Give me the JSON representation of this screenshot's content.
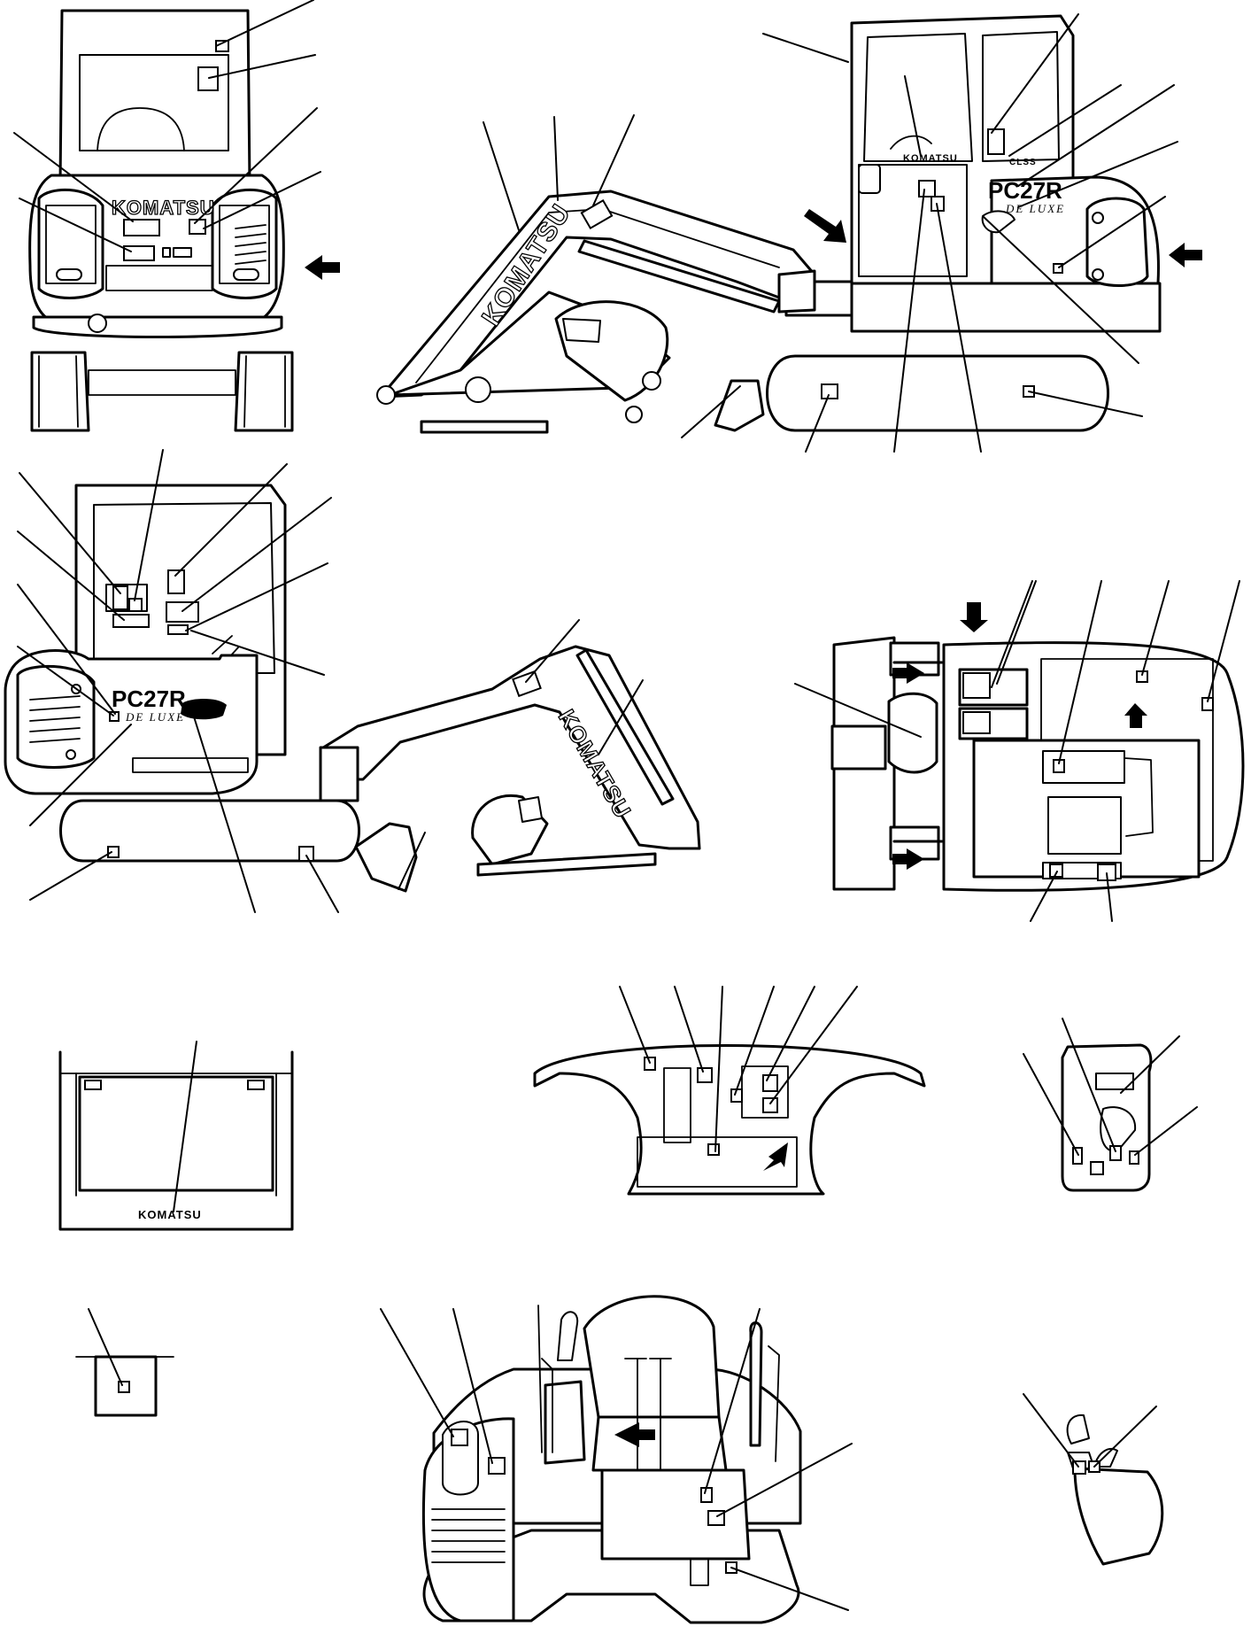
{
  "brand_text": "KOMATSU",
  "model_text": "PC27R",
  "model_subtext": "DE LUXE",
  "views": [
    "front-view",
    "left-side-view",
    "right-side-view",
    "top-view",
    "rear-window-view",
    "instrument-panel-view",
    "right-console-view",
    "floor-detail-view",
    "operator-rear-view",
    "control-lever-view"
  ],
  "colors": {
    "line": "#000000",
    "background": "#ffffff"
  }
}
